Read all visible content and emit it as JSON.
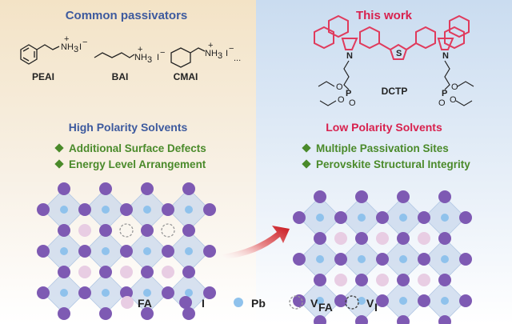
{
  "left": {
    "title": "Common passivators",
    "molecules": [
      {
        "name": "PEAI",
        "cation_text": "NH",
        "sub": "3",
        "plus": "+",
        "anion": "I",
        "minus": "−"
      },
      {
        "name": "BAI",
        "cation_text": "NH",
        "sub": "3",
        "plus": "+",
        "anion": "I",
        "minus": "−"
      },
      {
        "name": "CMAI",
        "cation_text": "NH",
        "sub": "3",
        "plus": "+",
        "anion": "I",
        "minus": "−",
        "ellipsis": "..."
      }
    ],
    "solvent_heading": "High Polarity Solvents",
    "bullets": [
      "Additional Surface Defects",
      "Energy Level Arrangement"
    ]
  },
  "right": {
    "title": "This work",
    "molecule": {
      "name": "DCTP",
      "heteroatoms": {
        "thiophene_s": "S",
        "carbazole_n": "N",
        "phosphorus": "P",
        "oxygen": "O"
      }
    },
    "solvent_heading": "Low Polarity Solvents",
    "bullets": [
      "Multiple Passivation Sites",
      "Perovskite Structural Integrity"
    ]
  },
  "legend": [
    {
      "key": "fa",
      "label": "FA",
      "sub": ""
    },
    {
      "key": "i",
      "label": "I",
      "sub": ""
    },
    {
      "key": "pb",
      "label": "Pb",
      "sub": ""
    },
    {
      "key": "vfa",
      "label": "V",
      "sub": "FA"
    },
    {
      "key": "vi",
      "label": "V",
      "sub": "I"
    }
  ],
  "colors": {
    "left_bg_top": "#f6e6c9",
    "right_bg_top": "#cfe0f2",
    "left_title": "#3d5a9e",
    "right_title": "#d8214e",
    "solvent_left": "#3d5a9e",
    "solvent_right": "#d8214e",
    "bullet_green": "#4a8a2a",
    "iodide": "#7e5ab3",
    "lead": "#8fc2ec",
    "fa_cation": "#e8cde3",
    "octahedron": "#c9d8ec",
    "dctp_red": "#e03a5c",
    "arrow_red": "#c8141b"
  }
}
